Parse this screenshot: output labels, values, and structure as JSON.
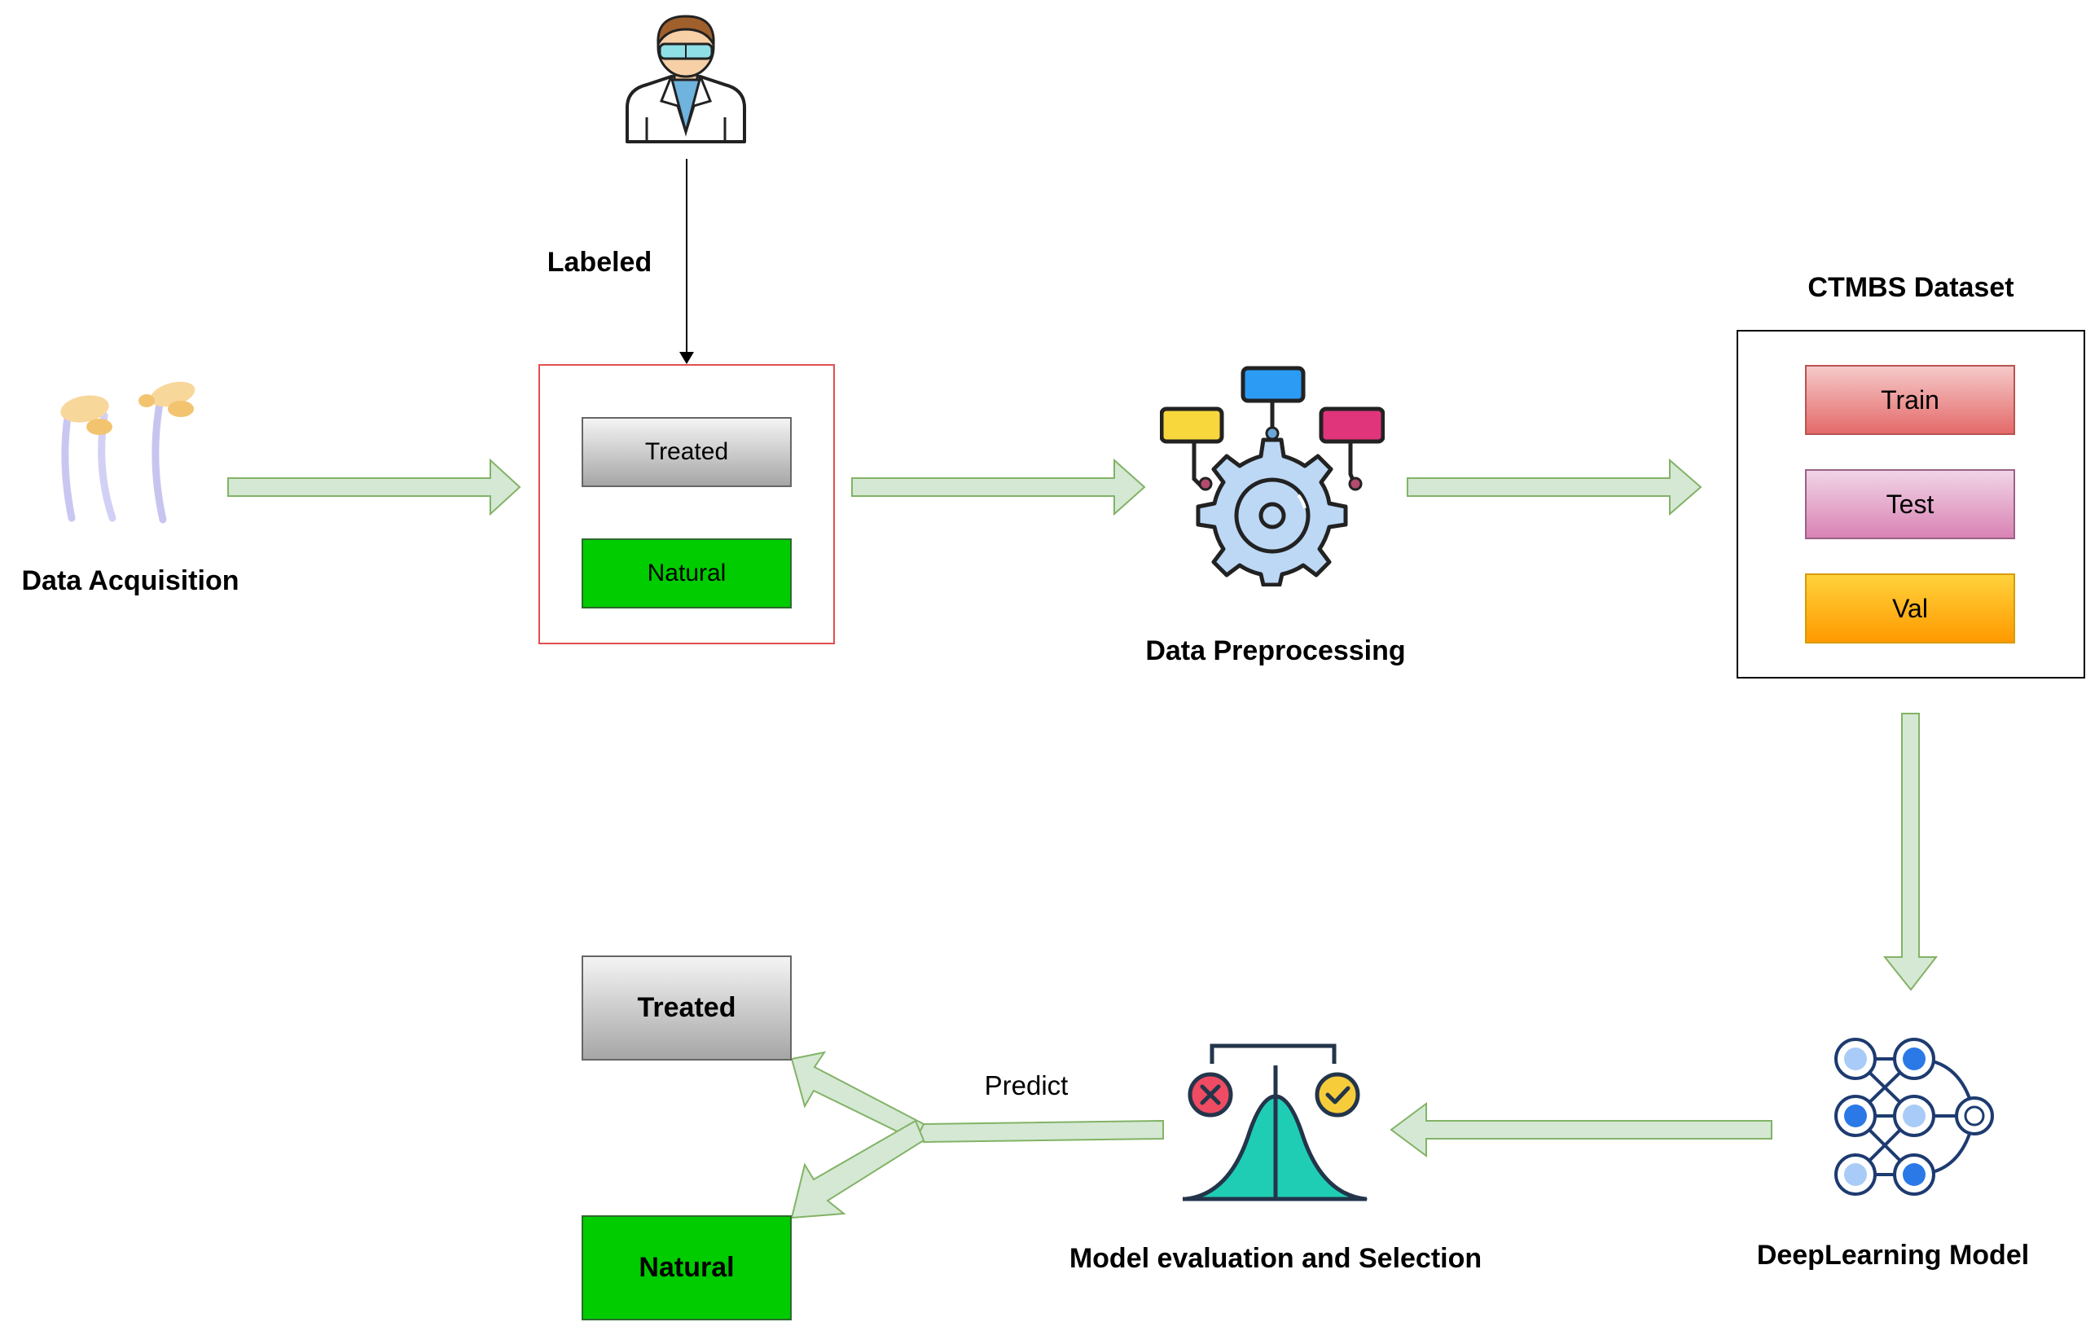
{
  "labels": {
    "labeled": "Labeled",
    "data_acquisition": "Data Acquisition",
    "data_preprocessing": "Data Preprocessing",
    "ctmbs_dataset": "CTMBS Dataset",
    "deeplearning_model": "DeepLearning Model",
    "model_evaluation": "Model evaluation and Selection",
    "predict": "Predict"
  },
  "label_box": {
    "treated": "Treated",
    "natural": "Natural"
  },
  "dataset_box": {
    "train": "Train",
    "test": "Test",
    "val": "Val"
  },
  "outputs": {
    "treated": "Treated",
    "natural": "Natural"
  },
  "icons": {
    "annotator": "scientist-icon",
    "sprouts": "bean-sprouts-icon",
    "preprocessing": "gear-workflow-icon",
    "model": "neural-network-icon",
    "evaluation": "bell-curve-balance-icon"
  },
  "colors": {
    "arrow_fill": "#d5e8d4",
    "arrow_stroke": "#82b366",
    "label_box_border": "#e05050",
    "natural_green": "#00cc00"
  }
}
